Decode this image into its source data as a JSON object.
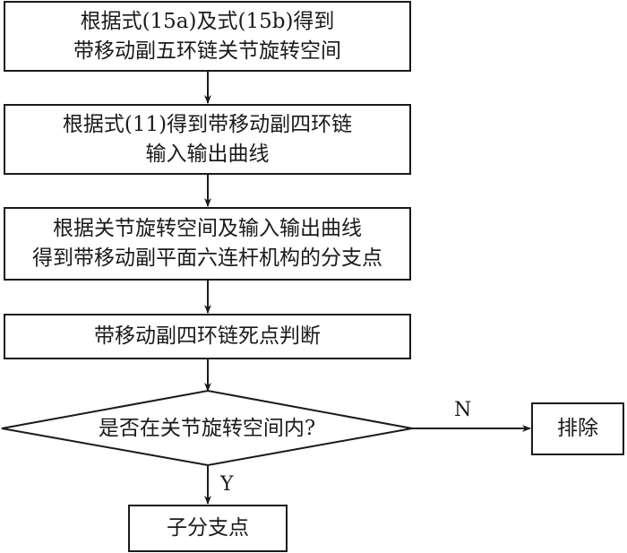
{
  "flowchart": {
    "steps": [
      {
        "lines": [
          "根据式(15a)及式(15b)得到",
          "带移动副五环链关节旋转空间"
        ]
      },
      {
        "lines": [
          "根据式(11)得到带移动副四环链",
          "输入输出曲线"
        ]
      },
      {
        "lines": [
          "根据关节旋转空间及输入输出曲线",
          "得到带移动副平面六连杆机构的分支点"
        ]
      },
      {
        "lines": [
          "带移动副四环链死点判断"
        ]
      }
    ],
    "decision": {
      "text": "是否在关节旋转空间内?"
    },
    "no_branch": {
      "label": "N",
      "result": "排除"
    },
    "yes_branch": {
      "label": "Y",
      "result": "子分支点"
    }
  }
}
